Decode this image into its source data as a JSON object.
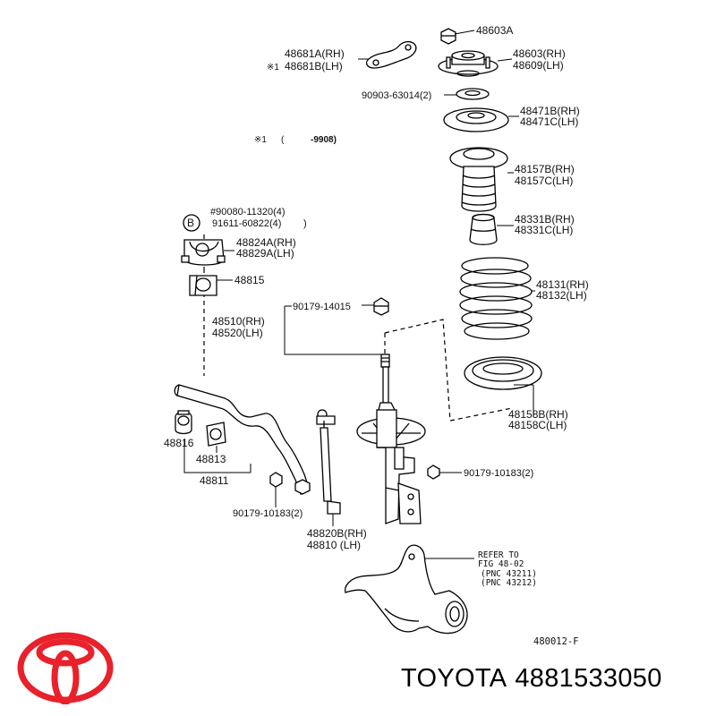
{
  "diagram": {
    "labels": {
      "nut_top": "48603A",
      "plate_rh": "48681A(RH)",
      "plate_mark": "※1",
      "plate_lh": "48681B(LH)",
      "support_rh": "48603(RH)",
      "support_lh": "48609(LH)",
      "bearing": "90903-63014(2)",
      "seat_rh": "48471B(RH)",
      "seat_lh": "48471C(LH)",
      "note_mark": "※1",
      "note_open": "(",
      "note_date": "-9908)",
      "insulator_rh": "48157B(RH)",
      "insulator_lh": "48157C(LH)",
      "bumper_rh": "48331B(RH)",
      "bumper_lh": "48331C(LH)",
      "bolt_b1": "#90080-11320(4)",
      "bolt_b_mark": "B",
      "bolt_b2": "91611-60822(4)",
      "bolt_b2_close": ")",
      "bracket_rh": "48824A(RH)",
      "bracket_lh": "48829A(LH)",
      "bushing_48815": "48815",
      "nut_14015": "90179-14015",
      "strut_rh": "48510(RH)",
      "strut_lh": "48520(LH)",
      "spring_rh": "48131(RH)",
      "spring_lh": "48132(LH)",
      "spring_seat_rh": "48158B(RH)",
      "spring_seat_lh": "48158C(LH)",
      "clamp_48816": "48816",
      "bushing_48813": "48813",
      "stabilizer": "48811",
      "nut_10183_right": "90179-10183(2)",
      "nut_10183_left": "90179-10183(2)",
      "link_rh": "48820B(RH)",
      "link_lh": "48810 (LH)",
      "refer_1": "REFER TO",
      "refer_2": "FIG 48-02",
      "refer_3": "(PNC 43211)",
      "refer_4": "(PNC 43212)",
      "figure_code": "480012-F"
    }
  },
  "brand": {
    "logo_color": "#e8212b",
    "name": "TOYOTA",
    "part_number": "4881533050"
  }
}
